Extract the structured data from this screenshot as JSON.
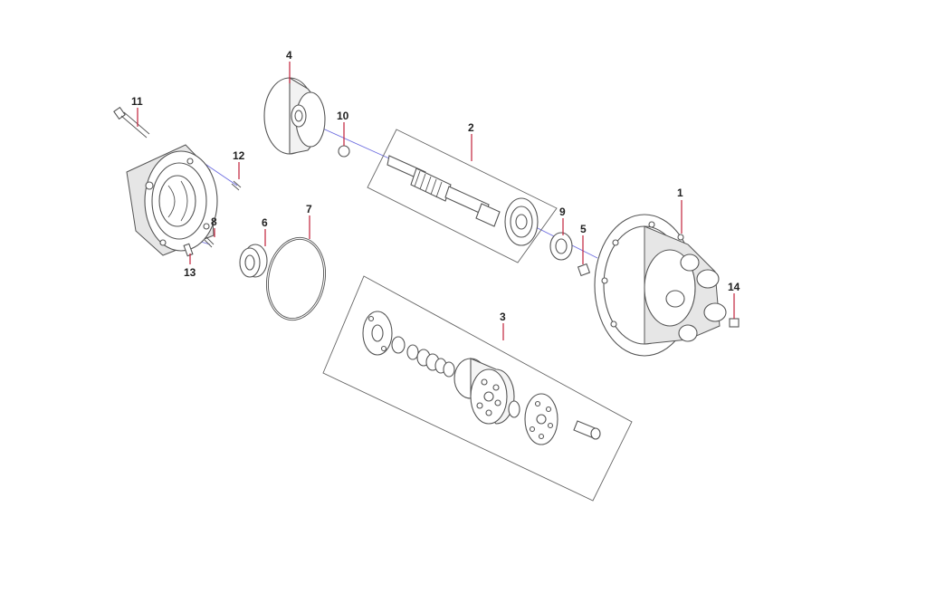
{
  "callouts": {
    "c1": "1",
    "c2": "2",
    "c3": "3",
    "c4": "4",
    "c5": "5",
    "c6": "6",
    "c7": "7",
    "c8": "8",
    "c9": "9",
    "c10": "10",
    "c11": "11",
    "c12": "12",
    "c13": "13",
    "c14": "14"
  },
  "colors": {
    "leader": "#c0203a",
    "axis": "#6f6fe0",
    "line": "#555555"
  }
}
